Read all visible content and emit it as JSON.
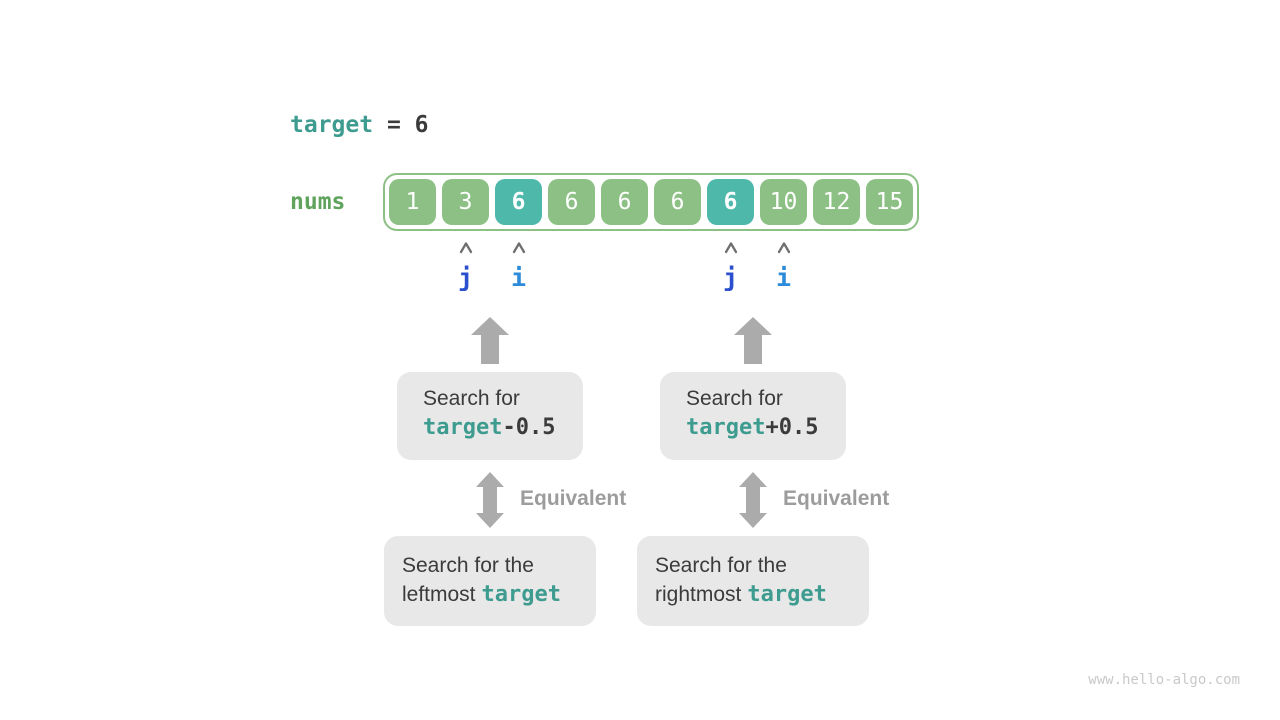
{
  "palette": {
    "cell-green": "#8CC084",
    "cell-teal": "#4EB8AB",
    "label-green": "#5FA35C",
    "code-teal": "#3D9C8F",
    "text-dark": "#3B3B3B",
    "pointer-j-blue": "#2B4FCE",
    "pointer-i-blue": "#2E8BD9",
    "arrow-gray": "#ABABAB",
    "caret-gray": "#6E6E6E",
    "equivalent-gray": "#9C9C9C",
    "box-bg": "#E8E8E8",
    "watermark-gray": "#C9C9C9"
  },
  "target_line": {
    "keyword": "target",
    "operator": " = ",
    "value": "6"
  },
  "array": {
    "label": "nums",
    "cells": [
      {
        "value": "1",
        "highlight": false
      },
      {
        "value": "3",
        "highlight": false
      },
      {
        "value": "6",
        "highlight": true
      },
      {
        "value": "6",
        "highlight": false
      },
      {
        "value": "6",
        "highlight": false
      },
      {
        "value": "6",
        "highlight": false
      },
      {
        "value": "6",
        "highlight": true
      },
      {
        "value": "10",
        "highlight": false
      },
      {
        "value": "12",
        "highlight": false
      },
      {
        "value": "15",
        "highlight": false
      }
    ]
  },
  "pointers": {
    "j_label": "j",
    "i_label": "i",
    "groups": [
      {
        "j_cell_index": 1,
        "i_cell_index": 2
      },
      {
        "j_cell_index": 6,
        "i_cell_index": 7
      }
    ]
  },
  "columns": [
    {
      "search_box": {
        "line1": "Search for",
        "code": "target",
        "suffix": "-0.5"
      },
      "equivalent_label": "Equivalent",
      "bottom_box": {
        "line1": "Search for the",
        "prefix": "leftmost",
        "code": "target"
      }
    },
    {
      "search_box": {
        "line1": "Search for",
        "code": "target",
        "suffix": "+0.5"
      },
      "equivalent_label": "Equivalent",
      "bottom_box": {
        "line1": "Search for the",
        "prefix": "rightmost",
        "code": "target"
      }
    }
  ],
  "watermark": "www.hello-algo.com"
}
